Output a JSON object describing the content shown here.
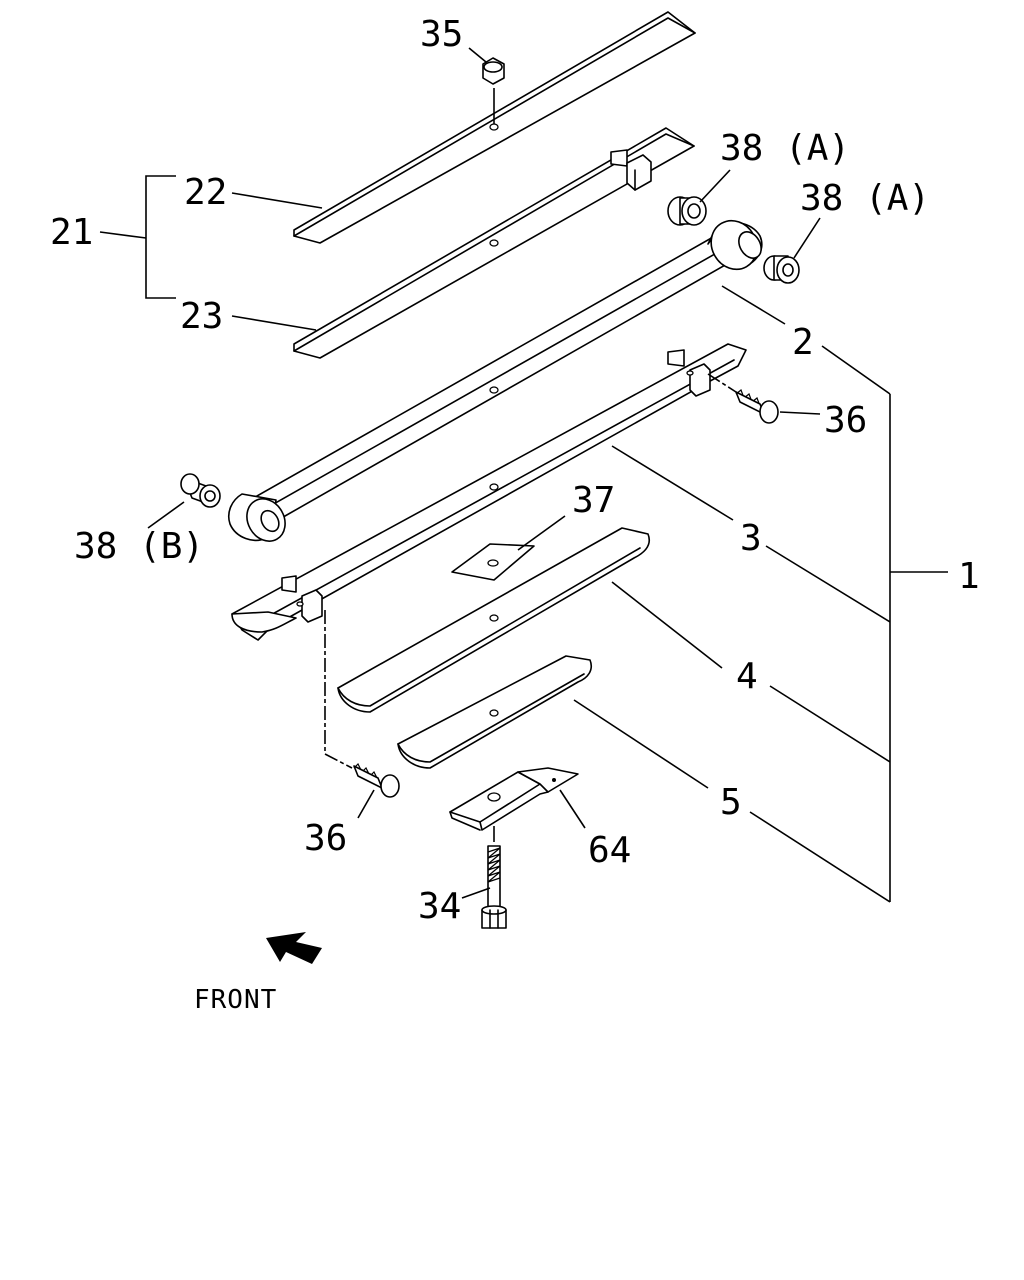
{
  "callouts": {
    "c35": "35",
    "c38a_1": "38 (A)",
    "c38a_2": "38 (A)",
    "c22": "22",
    "c21": "21",
    "c23": "23",
    "c2": "2",
    "c36_top": "36",
    "c37": "37",
    "c38b": "38 (B)",
    "c3": "3",
    "c1": "1",
    "c4": "4",
    "c5": "5",
    "c36_bottom": "36",
    "c64": "64",
    "c34": "34"
  },
  "front_label": "FRONT",
  "colors": {
    "line": "#000000",
    "background": "#ffffff"
  }
}
